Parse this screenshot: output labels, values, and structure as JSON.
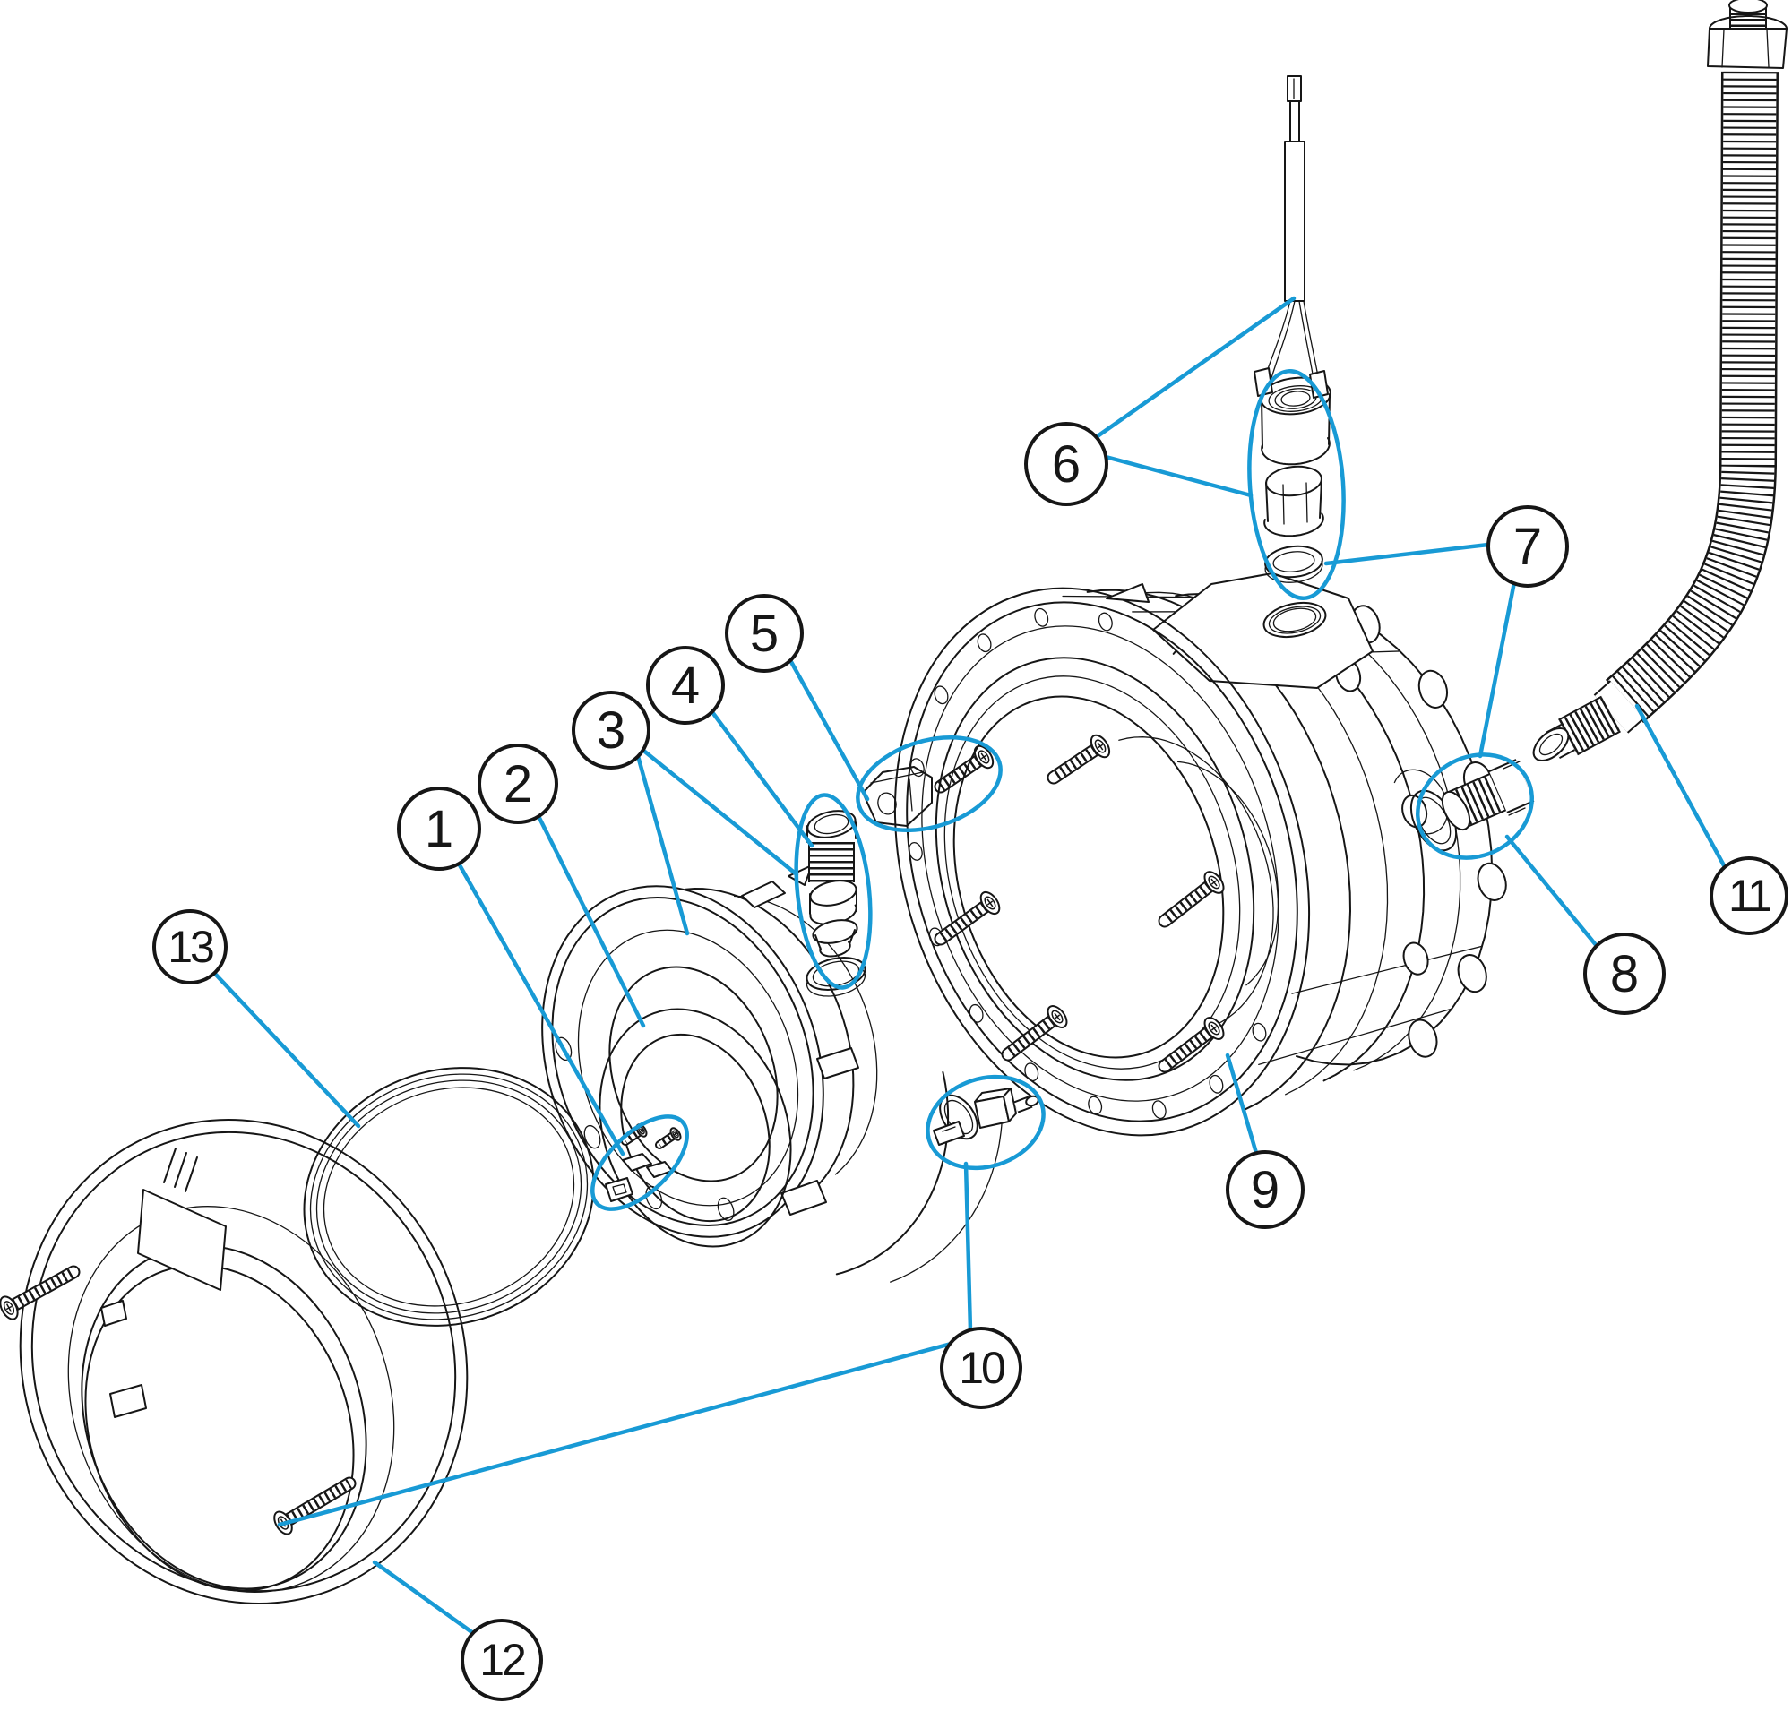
{
  "diagram": {
    "colors": {
      "background": "#ffffff",
      "line": "#161616",
      "accent": "#189AD5"
    },
    "callouts": [
      {
        "label": "1"
      },
      {
        "label": "2"
      },
      {
        "label": "3"
      },
      {
        "label": "4"
      },
      {
        "label": "5"
      },
      {
        "label": "6"
      },
      {
        "label": "7"
      },
      {
        "label": "8"
      },
      {
        "label": "9"
      },
      {
        "label": "10"
      },
      {
        "label": "11"
      },
      {
        "label": "12"
      },
      {
        "label": "13"
      }
    ]
  }
}
